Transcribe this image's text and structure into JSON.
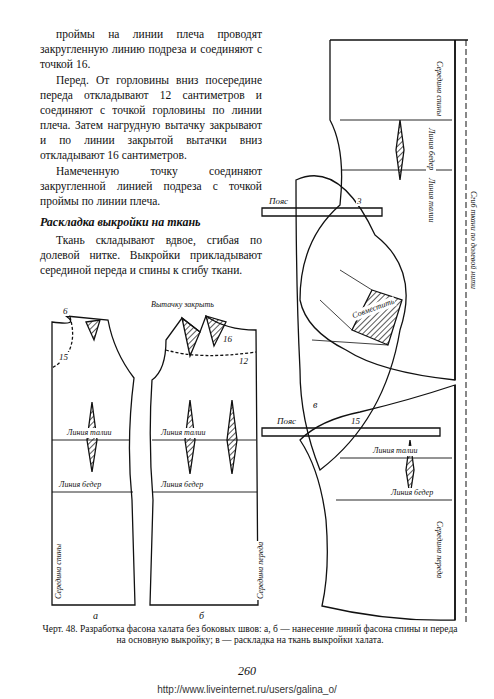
{
  "diagram": {
    "title": "Раскладка выкройки на ткань",
    "caption": "Черт. 48. Разработка фасона халата без боковых швов: а, б — нанесение линий фасона спины и переда на основную выкройку; в — раскладка на ткань выкройки халата.",
    "labels": [
      "проймы на линии плеча проводят закругленную линию подреза и соединяют с точкой 16.",
      "Перед. От горловины вниз посередине переда откладывают 12 сантиметров и соединяют с точкой горловины по линии плеча. Затем нагрудную вытачку закрывают и по линии закрытой вытачки вниз откладывают 16 сантиметров.",
      "Намеченную точку соединяют закругленной линией подреза с точкой проймы по линии плеча.",
      "Ткань складывают вдвое, сгибая по долевой нитке. Выкройки прикладывают серединой переда и спины к сгибу ткани.",
      "6",
      "15",
      "Вытачку закрыть",
      "16",
      "12",
      "Линия талии",
      "Линия талии",
      "Линия бедер",
      "Линия бедер",
      "Середина спины",
      "Середина переда",
      "а",
      "б",
      "Середина спины",
      "Линия бедер",
      "Линия талии",
      "Пояс",
      "3",
      "Совместить",
      "Сгиб ткани по долевой нити",
      "в",
      "Пояс",
      "15",
      "Линия талии",
      "Линия бедер",
      "Середина переда",
      "260",
      "http://www.liveinternet.ru/users/galina_o/"
    ]
  }
}
